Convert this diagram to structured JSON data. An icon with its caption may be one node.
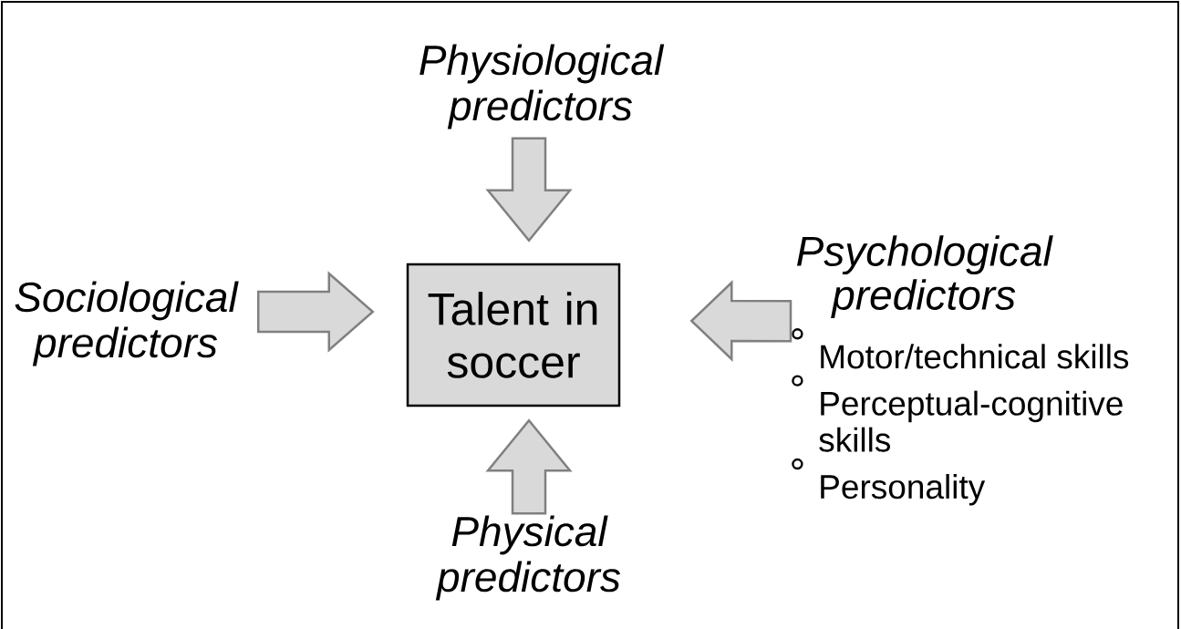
{
  "diagram": {
    "nodes": [
      {
        "text": [
          "Physiological predictors"
        ]
      },
      {
        "text": [
          "Sociological predictors"
        ]
      },
      {
        "text": [
          "Talent in soccer"
        ]
      },
      {
        "text": [
          "Psychological predictors",
          "Motor/technical skills",
          "Perceptual-cognitive skills",
          "Personality"
        ]
      },
      {
        "text": [
          "Physical predictors"
        ]
      }
    ],
    "edges": [
      {
        "from": 0,
        "to": 2,
        "arrow": "to"
      },
      {
        "from": 1,
        "to": 2,
        "arrow": "to"
      },
      {
        "from": 3,
        "to": 2,
        "arrow": "to"
      },
      {
        "from": 4,
        "to": 2,
        "arrow": "to"
      }
    ]
  }
}
